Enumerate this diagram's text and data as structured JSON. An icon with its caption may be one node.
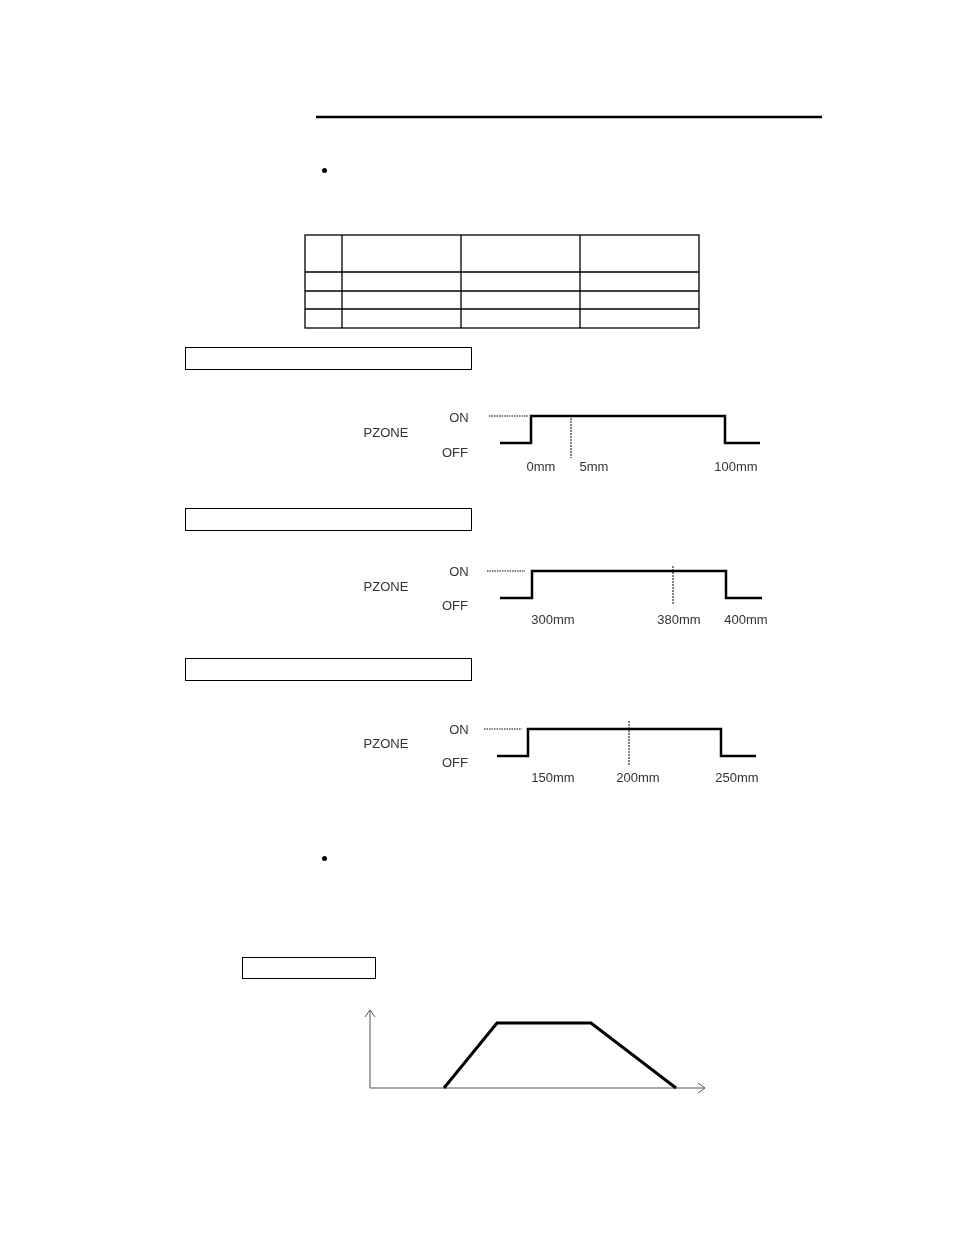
{
  "diagram": {
    "nodes": [
      {
        "text": [],
        "shape": "box"
      },
      {
        "text": [],
        "shape": "box"
      },
      {
        "text": [],
        "shape": "box"
      },
      {
        "text": [],
        "shape": "box"
      }
    ],
    "labels": [
      "ON",
      "PZONE",
      "OFF",
      "0mm",
      "5mm",
      "100mm",
      "ON",
      "PZONE",
      "OFF",
      "300mm",
      "380mm",
      "400mm",
      "ON",
      "PZONE",
      "OFF",
      "150mm",
      "200mm",
      "250mm"
    ]
  }
}
